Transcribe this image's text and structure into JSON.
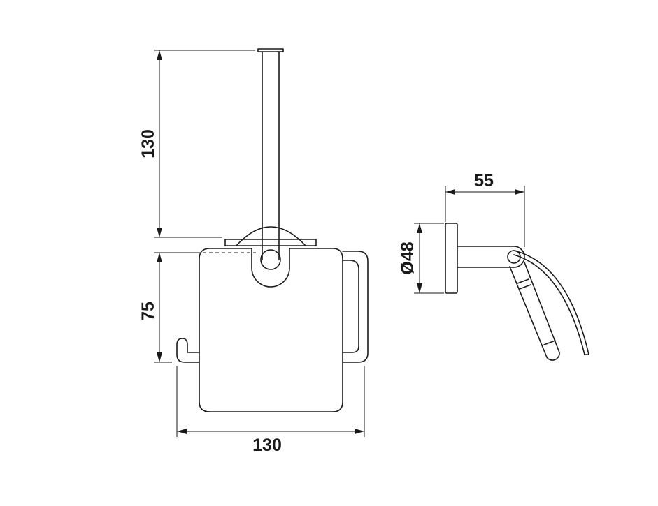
{
  "dimensions": {
    "post_height": "130",
    "cover_height": "75",
    "overall_width": "130",
    "projection": "55",
    "rosette_diameter": "Ø48"
  },
  "colors": {
    "line": "#1a1a1a",
    "background": "#ffffff"
  }
}
